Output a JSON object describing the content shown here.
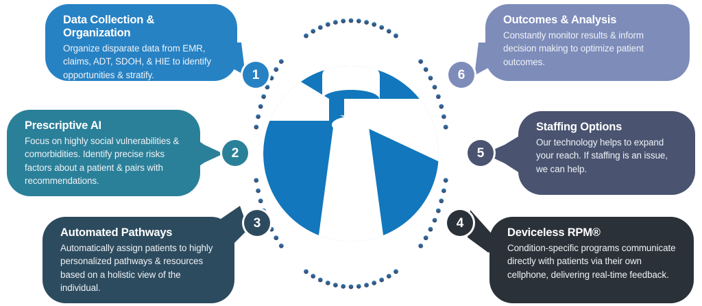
{
  "meta": {
    "title": "Six-step care management cycle infographic",
    "center_logo_name": "lighthouse-beam-logo"
  },
  "colors": {
    "step1": "#2782c4",
    "step2": "#2b8099",
    "step3": "#2d4b5e",
    "step4": "#2b3138",
    "step5": "#4a5470",
    "step6": "#7e8cba",
    "logo_blue": "#1277bc",
    "ring_top": "#2b7fc0",
    "ring_bottom": "#3c4766",
    "bubble_text": "#eef2f6"
  },
  "steps": [
    {
      "number": "1",
      "title": "Data Collection & Organization",
      "body": "Organize disparate data from EMR, claims, ADT, SDOH, & HIE to identify opportunities & stratify.",
      "color_key": "step1",
      "side": "left"
    },
    {
      "number": "2",
      "title": "Prescriptive AI",
      "body": "Focus on highly social vulnerabilities & comorbidities. Identify precise risks factors about a patient & pairs with recommendations.",
      "color_key": "step2",
      "side": "left"
    },
    {
      "number": "3",
      "title": "Automated Pathways",
      "body": "Automatically assign patients to highly personalized pathways & resources based on a holistic view of the individual.",
      "color_key": "step3",
      "side": "left"
    },
    {
      "number": "4",
      "title": "Deviceless RPM®",
      "body": "Condition-specific programs communicate directly with patients via their own cellphone, delivering real-time feedback.",
      "color_key": "step4",
      "side": "right"
    },
    {
      "number": "5",
      "title": "Staffing Options",
      "body": "Our technology helps to expand your reach. If staffing is an issue, we can help.",
      "color_key": "step5",
      "side": "right"
    },
    {
      "number": "6",
      "title": "Outcomes & Analysis",
      "body": "Constantly monitor results & inform decision making to optimize patient outcomes.",
      "color_key": "step6",
      "side": "right"
    }
  ]
}
